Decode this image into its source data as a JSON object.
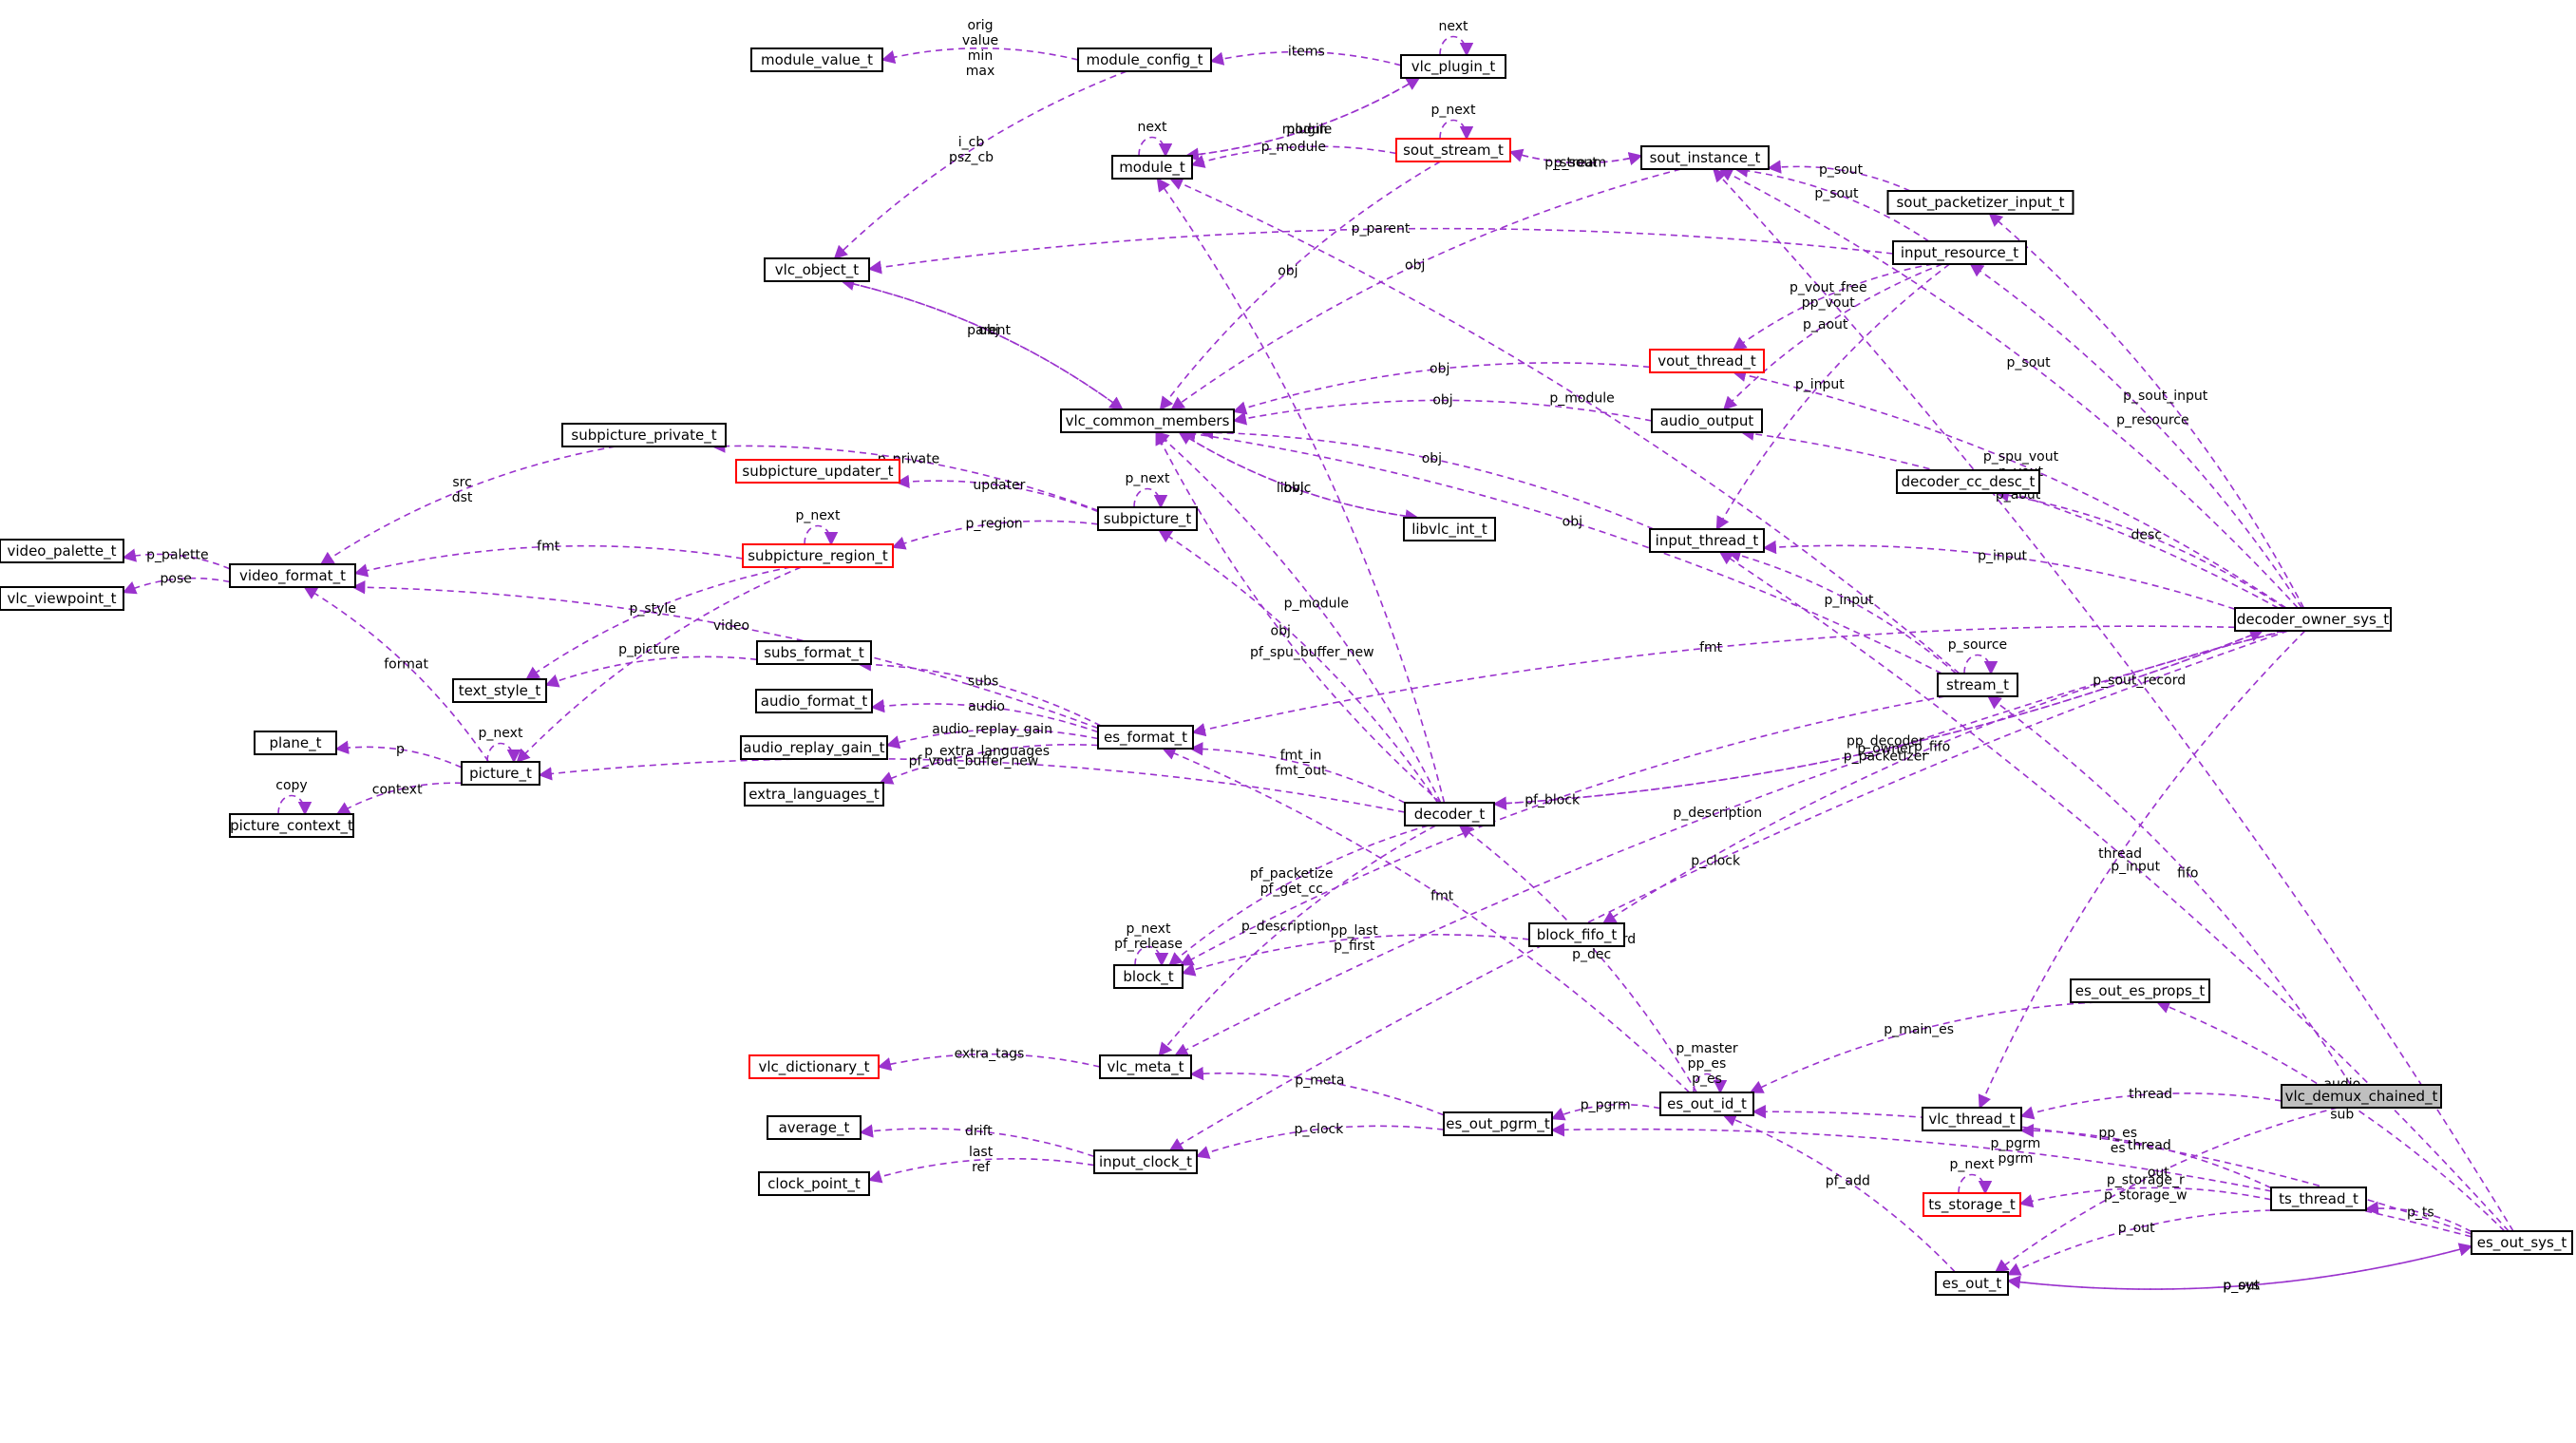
{
  "colors": {
    "edge": "#9a32cd",
    "node_border": "#000000",
    "node_incomplete_border": "#ff0000",
    "focus_fill": "#bfbfbf",
    "background": "#ffffff"
  },
  "nodes": [
    {
      "id": "module_value_t",
      "label": "module_value_t"
    },
    {
      "id": "module_config_t",
      "label": "module_config_t"
    },
    {
      "id": "vlc_plugin_t",
      "label": "vlc_plugin_t"
    },
    {
      "id": "module_t",
      "label": "module_t"
    },
    {
      "id": "sout_stream_t",
      "label": "sout_stream_t",
      "incomplete": true
    },
    {
      "id": "sout_instance_t",
      "label": "sout_instance_t"
    },
    {
      "id": "sout_packetizer_input_t",
      "label": "sout_packetizer_input_t"
    },
    {
      "id": "vlc_object_t",
      "label": "vlc_object_t"
    },
    {
      "id": "input_resource_t",
      "label": "input_resource_t"
    },
    {
      "id": "vout_thread_t",
      "label": "vout_thread_t",
      "incomplete": true
    },
    {
      "id": "subpicture_private_t",
      "label": "subpicture_private_t"
    },
    {
      "id": "vlc_common_members",
      "label": "vlc_common_members"
    },
    {
      "id": "audio_output",
      "label": "audio_output"
    },
    {
      "id": "subpicture_updater_t",
      "label": "subpicture_updater_t",
      "incomplete": true
    },
    {
      "id": "decoder_cc_desc_t",
      "label": "decoder_cc_desc_t"
    },
    {
      "id": "video_palette_t",
      "label": "video_palette_t"
    },
    {
      "id": "subpicture_t",
      "label": "subpicture_t"
    },
    {
      "id": "libvlc_int_t",
      "label": "libvlc_int_t"
    },
    {
      "id": "input_thread_t",
      "label": "input_thread_t"
    },
    {
      "id": "video_format_t",
      "label": "video_format_t"
    },
    {
      "id": "subpicture_region_t",
      "label": "subpicture_region_t",
      "incomplete": true
    },
    {
      "id": "vlc_viewpoint_t",
      "label": "vlc_viewpoint_t"
    },
    {
      "id": "decoder_owner_sys_t",
      "label": "decoder_owner_sys_t"
    },
    {
      "id": "subs_format_t",
      "label": "subs_format_t"
    },
    {
      "id": "text_style_t",
      "label": "text_style_t"
    },
    {
      "id": "stream_t",
      "label": "stream_t"
    },
    {
      "id": "audio_format_t",
      "label": "audio_format_t"
    },
    {
      "id": "plane_t",
      "label": "plane_t"
    },
    {
      "id": "es_format_t",
      "label": "es_format_t"
    },
    {
      "id": "audio_replay_gain_t",
      "label": "audio_replay_gain_t"
    },
    {
      "id": "picture_t",
      "label": "picture_t"
    },
    {
      "id": "extra_languages_t",
      "label": "extra_languages_t"
    },
    {
      "id": "decoder_t",
      "label": "decoder_t"
    },
    {
      "id": "picture_context_t",
      "label": "picture_context_t"
    },
    {
      "id": "block_fifo_t",
      "label": "block_fifo_t"
    },
    {
      "id": "block_t",
      "label": "block_t"
    },
    {
      "id": "es_out_es_props_t",
      "label": "es_out_es_props_t"
    },
    {
      "id": "vlc_dictionary_t",
      "label": "vlc_dictionary_t",
      "incomplete": true
    },
    {
      "id": "vlc_meta_t",
      "label": "vlc_meta_t"
    },
    {
      "id": "es_out_id_t",
      "label": "es_out_id_t"
    },
    {
      "id": "vlc_thread_t",
      "label": "vlc_thread_t"
    },
    {
      "id": "vlc_demux_chained_t",
      "label": "vlc_demux_chained_t",
      "focus": true
    },
    {
      "id": "average_t",
      "label": "average_t"
    },
    {
      "id": "es_out_pgrm_t",
      "label": "es_out_pgrm_t"
    },
    {
      "id": "input_clock_t",
      "label": "input_clock_t"
    },
    {
      "id": "ts_storage_t",
      "label": "ts_storage_t",
      "incomplete": true
    },
    {
      "id": "ts_thread_t",
      "label": "ts_thread_t"
    },
    {
      "id": "clock_point_t",
      "label": "clock_point_t"
    },
    {
      "id": "es_out_t",
      "label": "es_out_t"
    },
    {
      "id": "es_out_sys_t",
      "label": "es_out_sys_t"
    }
  ],
  "edges": [
    {
      "from": "module_config_t",
      "to": "module_value_t",
      "label": [
        "orig",
        "value",
        "min",
        "max"
      ]
    },
    {
      "from": "vlc_plugin_t",
      "to": "module_config_t",
      "label": [
        "items"
      ]
    },
    {
      "from": "vlc_plugin_t",
      "to": "vlc_plugin_t",
      "label": [
        "next"
      ]
    },
    {
      "from": "module_t",
      "to": "vlc_plugin_t",
      "label": [
        "plugin"
      ]
    },
    {
      "from": "vlc_plugin_t",
      "to": "module_t",
      "label": [
        "module"
      ]
    },
    {
      "from": "module_t",
      "to": "module_t",
      "label": [
        "next"
      ]
    },
    {
      "from": "module_config_t",
      "to": "vlc_object_t",
      "label": [
        "i_cb",
        "psz_cb"
      ]
    },
    {
      "from": "sout_stream_t",
      "to": "module_t",
      "label": [
        "p_module"
      ]
    },
    {
      "from": "sout_stream_t",
      "to": "sout_stream_t",
      "label": [
        "p_next"
      ]
    },
    {
      "from": "sout_stream_t",
      "to": "sout_instance_t",
      "label": [
        "p_sout"
      ]
    },
    {
      "from": "sout_instance_t",
      "to": "sout_stream_t",
      "label": [
        "p_stream"
      ]
    },
    {
      "from": "sout_stream_t",
      "to": "vlc_common_members",
      "label": [
        "obj"
      ]
    },
    {
      "from": "sout_instance_t",
      "to": "vlc_common_members",
      "label": [
        "obj"
      ]
    },
    {
      "from": "sout_packetizer_input_t",
      "to": "sout_instance_t",
      "label": [
        "p_sout"
      ]
    },
    {
      "from": "input_resource_t",
      "to": "sout_instance_t",
      "label": [
        "p_sout"
      ]
    },
    {
      "from": "decoder_owner_sys_t",
      "to": "sout_instance_t",
      "label": [
        "p_sout"
      ]
    },
    {
      "from": "es_out_sys_t",
      "to": "sout_instance_t",
      "label": [
        "p_sout_record"
      ]
    },
    {
      "from": "input_resource_t",
      "to": "vlc_object_t",
      "label": [
        "p_parent"
      ]
    },
    {
      "from": "vlc_common_members",
      "to": "vlc_object_t",
      "label": [
        "parent"
      ]
    },
    {
      "from": "vlc_object_t",
      "to": "vlc_common_members",
      "label": [
        "obj"
      ]
    },
    {
      "from": "input_resource_t",
      "to": "vout_thread_t",
      "label": [
        "p_vout_free",
        "pp_vout"
      ]
    },
    {
      "from": "input_resource_t",
      "to": "audio_output",
      "label": [
        "p_aout"
      ]
    },
    {
      "from": "input_resource_t",
      "to": "input_thread_t",
      "label": [
        "p_input"
      ]
    },
    {
      "from": "vout_thread_t",
      "to": "vlc_common_members",
      "label": [
        "obj"
      ]
    },
    {
      "from": "audio_output",
      "to": "vlc_common_members",
      "label": [
        "obj"
      ]
    },
    {
      "from": "decoder_t",
      "to": "vlc_common_members",
      "label": [
        "p_module"
      ]
    },
    {
      "from": "vlc_common_members",
      "to": "libvlc_int_t",
      "label": [
        "libvlc"
      ]
    },
    {
      "from": "libvlc_int_t",
      "to": "vlc_common_members",
      "label": [
        "obj"
      ]
    },
    {
      "from": "input_thread_t",
      "to": "vlc_common_members",
      "label": [
        "obj"
      ]
    },
    {
      "from": "stream_t",
      "to": "vlc_common_members",
      "label": [
        "obj"
      ]
    },
    {
      "from": "decoder_t",
      "to": "vlc_common_members",
      "label": [
        "obj"
      ]
    },
    {
      "from": "subpicture_private_t",
      "to": "video_format_t",
      "label": [
        "src",
        "dst"
      ]
    },
    {
      "from": "subpicture_t",
      "to": "subpicture_private_t",
      "label": [
        "p_private"
      ]
    },
    {
      "from": "subpicture_t",
      "to": "subpicture_updater_t",
      "label": [
        "updater"
      ]
    },
    {
      "from": "subpicture_t",
      "to": "subpicture_t",
      "label": [
        "p_next"
      ]
    },
    {
      "from": "subpicture_t",
      "to": "subpicture_region_t",
      "label": [
        "p_region"
      ]
    },
    {
      "from": "subpicture_region_t",
      "to": "subpicture_region_t",
      "label": [
        "p_next"
      ]
    },
    {
      "from": "subpicture_region_t",
      "to": "video_format_t",
      "label": [
        "fmt"
      ]
    },
    {
      "from": "subpicture_region_t",
      "to": "picture_t",
      "label": [
        "p_picture"
      ]
    },
    {
      "from": "subpicture_region_t",
      "to": "text_style_t",
      "label": [
        "p_style"
      ]
    },
    {
      "from": "video_format_t",
      "to": "video_palette_t",
      "label": [
        "p_palette"
      ]
    },
    {
      "from": "video_format_t",
      "to": "vlc_viewpoint_t",
      "label": [
        "pose"
      ]
    },
    {
      "from": "es_format_t",
      "to": "video_format_t",
      "label": [
        "video"
      ]
    },
    {
      "from": "picture_t",
      "to": "video_format_t",
      "label": [
        "format"
      ]
    },
    {
      "from": "es_format_t",
      "to": "subs_format_t",
      "label": [
        "subs"
      ]
    },
    {
      "from": "subs_format_t",
      "to": "text_style_t",
      "label": []
    },
    {
      "from": "es_format_t",
      "to": "audio_format_t",
      "label": [
        "audio"
      ]
    },
    {
      "from": "es_format_t",
      "to": "audio_replay_gain_t",
      "label": [
        "audio_replay_gain"
      ]
    },
    {
      "from": "es_format_t",
      "to": "extra_languages_t",
      "label": [
        "p_extra_languages"
      ]
    },
    {
      "from": "picture_t",
      "to": "plane_t",
      "label": [
        "p"
      ]
    },
    {
      "from": "picture_t",
      "to": "picture_t",
      "label": [
        "p_next"
      ]
    },
    {
      "from": "picture_t",
      "to": "picture_context_t",
      "label": [
        "context"
      ]
    },
    {
      "from": "picture_context_t",
      "to": "picture_context_t",
      "label": [
        "copy"
      ]
    },
    {
      "from": "decoder_t",
      "to": "picture_t",
      "label": [
        "pf_vout_buffer_new"
      ]
    },
    {
      "from": "decoder_t",
      "to": "subpicture_t",
      "label": [
        "pf_spu_buffer_new"
      ]
    },
    {
      "from": "decoder_t",
      "to": "es_format_t",
      "label": [
        "fmt_in",
        "fmt_out"
      ]
    },
    {
      "from": "decoder_t",
      "to": "module_t",
      "label": []
    },
    {
      "from": "decoder_t",
      "to": "block_t",
      "label": [
        "pf_packetize",
        "pf_get_cc"
      ]
    },
    {
      "from": "decoder_t",
      "to": "vlc_meta_t",
      "label": [
        "p_description"
      ]
    },
    {
      "from": "decoder_t",
      "to": "decoder_owner_sys_t",
      "label": [
        "p_owner"
      ]
    },
    {
      "from": "decoder_owner_sys_t",
      "to": "decoder_t",
      "label": [
        "pp_decoder",
        "p_packetizer"
      ]
    },
    {
      "from": "decoder_owner_sys_t",
      "to": "es_format_t",
      "label": [
        "fmt"
      ]
    },
    {
      "from": "decoder_owner_sys_t",
      "to": "input_resource_t",
      "label": [
        "p_resource"
      ]
    },
    {
      "from": "decoder_owner_sys_t",
      "to": "sout_packetizer_input_t",
      "label": [
        "p_sout_input"
      ]
    },
    {
      "from": "decoder_owner_sys_t",
      "to": "vout_thread_t",
      "label": [
        "p_spu_vout",
        "p_vout"
      ]
    },
    {
      "from": "decoder_owner_sys_t",
      "to": "audio_output",
      "label": [
        "p_aout"
      ]
    },
    {
      "from": "decoder_owner_sys_t",
      "to": "decoder_cc_desc_t",
      "label": [
        "desc"
      ]
    },
    {
      "from": "decoder_owner_sys_t",
      "to": "input_thread_t",
      "label": [
        "p_input"
      ]
    },
    {
      "from": "decoder_owner_sys_t",
      "to": "block_fifo_t",
      "label": [
        "p_fifo"
      ]
    },
    {
      "from": "decoder_owner_sys_t",
      "to": "vlc_meta_t",
      "label": [
        "p_description"
      ]
    },
    {
      "from": "decoder_owner_sys_t",
      "to": "input_clock_t",
      "label": [
        "p_clock"
      ]
    },
    {
      "from": "decoder_owner_sys_t",
      "to": "vlc_thread_t",
      "label": [
        "thread"
      ]
    },
    {
      "from": "stream_t",
      "to": "input_thread_t",
      "label": [
        "p_input"
      ]
    },
    {
      "from": "stream_t",
      "to": "stream_t",
      "label": [
        "p_source"
      ]
    },
    {
      "from": "stream_t",
      "to": "module_t",
      "label": [
        "p_module"
      ]
    },
    {
      "from": "stream_t",
      "to": "block_t",
      "label": [
        "pf_block"
      ]
    },
    {
      "from": "es_out_sys_t",
      "to": "input_thread_t",
      "label": [
        "p_input"
      ]
    },
    {
      "from": "vlc_demux_chained_t",
      "to": "stream_t",
      "label": [
        "fifo"
      ]
    },
    {
      "from": "vlc_demux_chained_t",
      "to": "vlc_thread_t",
      "label": [
        "thread"
      ]
    },
    {
      "from": "vlc_demux_chained_t",
      "to": "es_out_t",
      "label": [
        "out"
      ]
    },
    {
      "from": "block_t",
      "to": "block_t",
      "label": [
        "p_next",
        "pf_release"
      ]
    },
    {
      "from": "block_fifo_t",
      "to": "block_t",
      "label": [
        "pp_last",
        "p_first"
      ]
    },
    {
      "from": "vlc_meta_t",
      "to": "vlc_dictionary_t",
      "label": [
        "extra_tags"
      ]
    },
    {
      "from": "es_out_pgrm_t",
      "to": "vlc_meta_t",
      "label": [
        "p_meta"
      ]
    },
    {
      "from": "es_out_pgrm_t",
      "to": "input_clock_t",
      "label": [
        "p_clock"
      ]
    },
    {
      "from": "es_out_id_t",
      "to": "es_out_pgrm_t",
      "label": [
        "p_pgrm"
      ]
    },
    {
      "from": "es_out_id_t",
      "to": "es_out_id_t",
      "label": [
        "p_master",
        "pp_es",
        "p_es"
      ]
    },
    {
      "from": "es_out_id_t",
      "to": "decoder_t",
      "label": [
        "p_dec_record",
        "p_dec"
      ]
    },
    {
      "from": "es_out_id_t",
      "to": "es_format_t",
      "label": [
        "fmt"
      ]
    },
    {
      "from": "es_out_es_props_t",
      "to": "es_out_id_t",
      "label": [
        "p_main_es"
      ]
    },
    {
      "from": "input_clock_t",
      "to": "average_t",
      "label": [
        "drift"
      ]
    },
    {
      "from": "input_clock_t",
      "to": "clock_point_t",
      "label": [
        "last",
        "ref"
      ]
    },
    {
      "from": "ts_thread_t",
      "to": "vlc_thread_t",
      "label": [
        "thread"
      ]
    },
    {
      "from": "ts_thread_t",
      "to": "ts_storage_t",
      "label": [
        "p_storage_r",
        "p_storage_w"
      ]
    },
    {
      "from": "ts_storage_t",
      "to": "ts_storage_t",
      "label": [
        "p_next"
      ]
    },
    {
      "from": "ts_thread_t",
      "to": "es_out_t",
      "label": [
        "p_out"
      ]
    },
    {
      "from": "es_out_t",
      "to": "es_out_id_t",
      "label": [
        "pf_add"
      ]
    },
    {
      "from": "es_out_t",
      "to": "es_out_sys_t",
      "label": [
        "p_sys"
      ]
    },
    {
      "from": "es_out_sys_t",
      "to": "es_out_t",
      "label": [
        "p_out"
      ]
    },
    {
      "from": "es_out_sys_t",
      "to": "ts_thread_t",
      "label": [
        "p_ts"
      ]
    },
    {
      "from": "es_out_sys_t",
      "to": "es_out_es_props_t",
      "label": [
        "audio",
        "video",
        "sub"
      ]
    },
    {
      "from": "es_out_sys_t",
      "to": "es_out_id_t",
      "label": [
        "pp_es",
        "es"
      ]
    },
    {
      "from": "es_out_sys_t",
      "to": "es_out_pgrm_t",
      "label": [
        "p_pgrm",
        "pgrm"
      ]
    }
  ]
}
